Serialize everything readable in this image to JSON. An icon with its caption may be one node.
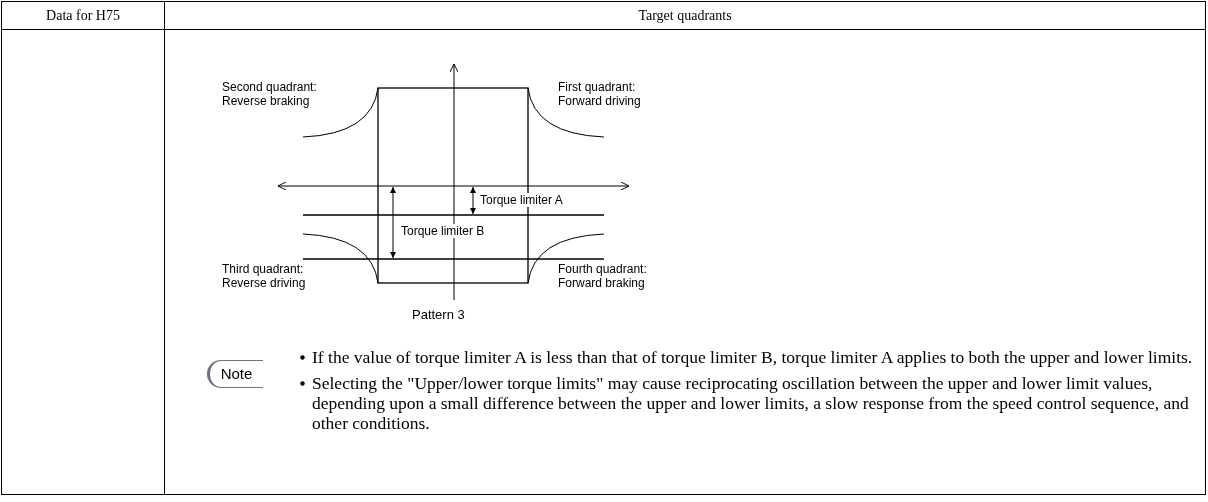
{
  "diagram": {
    "labels": [
      "Data for H75",
      "Target quadrants",
      "Second quadrant: Reverse braking",
      "First quadrant: Forward driving",
      "Torque limiter A",
      "Torque limiter B",
      "Third quadrant: Reverse driving",
      "Fourth quadrant: Forward braking",
      "Pattern 3",
      "Note",
      "If the value of torque limiter A is less than that of torque limiter B, torque limiter A applies to both the upper and lower limits.",
      "Selecting the \"Upper/lower torque limits\" may cause reciprocating oscillation between the upper and lower limit values, depending upon a small difference between the upper and lower limits, a slow response from the speed control sequence, and other conditions."
    ]
  }
}
